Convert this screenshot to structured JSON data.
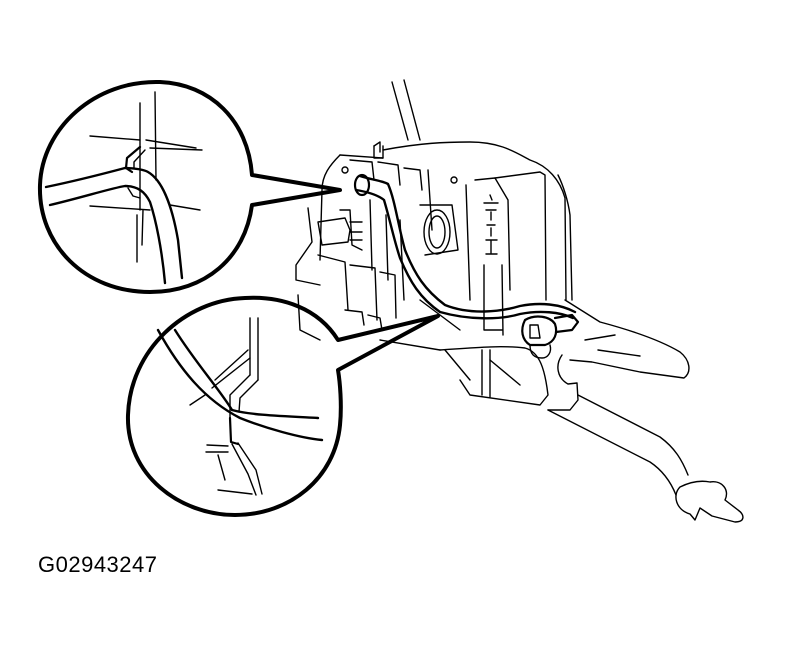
{
  "figure": {
    "id_label": "G02943247",
    "description": "Wire harness routing on shift lever / transmission housing with two magnified detail callouts",
    "colors": {
      "line": "#000000",
      "background": "#ffffff"
    }
  },
  "callouts": [
    {
      "name": "upper-detail",
      "content": "harness clamp at upper mounting point"
    },
    {
      "name": "lower-detail",
      "content": "harness clamp at lower mounting point"
    }
  ]
}
